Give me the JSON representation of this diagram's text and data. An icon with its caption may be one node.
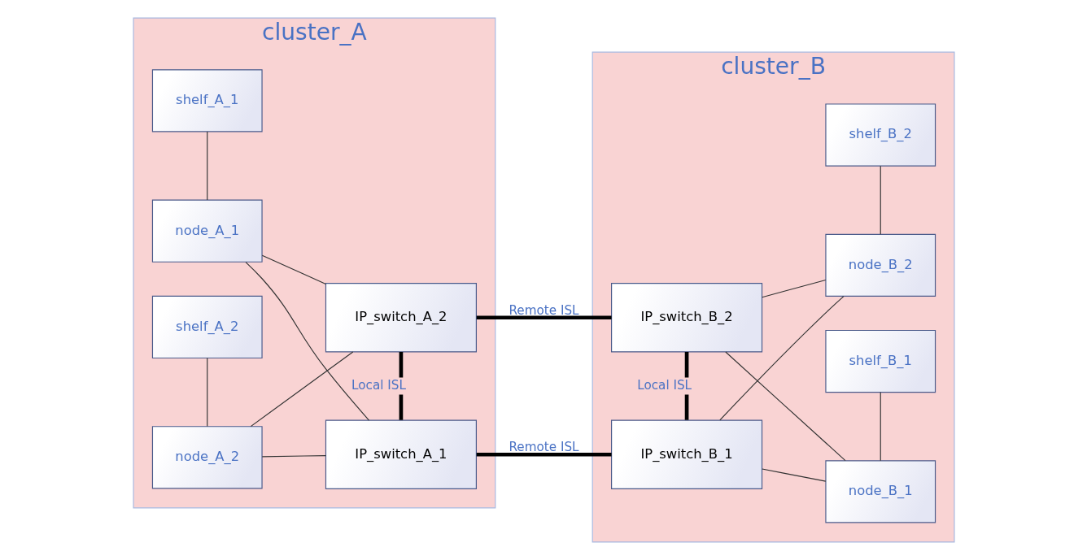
{
  "diagram": {
    "nodes": [
      {
        "text": [
          "cluster_A"
        ]
      },
      {
        "text": [
          "node_A_1"
        ],
        "in": 0
      },
      {
        "text": [
          "shelf_A_1"
        ],
        "in": 0
      },
      {
        "text": [
          "node_A_2"
        ],
        "in": 0
      },
      {
        "text": [
          "shelf_A_2"
        ],
        "in": 0
      },
      {
        "text": [
          "IP_switch_A_1"
        ],
        "in": 0
      },
      {
        "text": [
          "IP_switch_A_2"
        ],
        "in": 0
      },
      {
        "text": [
          "cluster_B"
        ]
      },
      {
        "text": [
          "IP_switch_B_1"
        ],
        "in": 7
      },
      {
        "text": [
          "node_B_1"
        ],
        "in": 7
      },
      {
        "text": [
          "shelf_B_1"
        ],
        "in": 7
      },
      {
        "text": [
          "IP_switch_B_2"
        ],
        "in": 7
      },
      {
        "text": [
          "node_B_2"
        ],
        "in": 7
      },
      {
        "text": [
          "shelf_B_2"
        ],
        "in": 7
      }
    ],
    "edges": [
      {
        "from": 1,
        "to": 5,
        "arrow": "none"
      },
      {
        "from": 1,
        "to": 6,
        "arrow": "none"
      },
      {
        "from": 3,
        "to": 5,
        "arrow": "none"
      },
      {
        "from": 3,
        "to": 6,
        "arrow": "none"
      },
      {
        "from": 1,
        "to": 2,
        "arrow": "none"
      },
      {
        "from": 3,
        "to": 4,
        "arrow": "none"
      },
      {
        "from": 5,
        "to": 6,
        "arrow": "none",
        "label": "Local ISL",
        "style": "thick"
      },
      {
        "from": 5,
        "to": 8,
        "arrow": "none",
        "label": "Remote ISL",
        "style": "thick"
      },
      {
        "from": 6,
        "to": 11,
        "arrow": "none",
        "label": "Remote ISL",
        "style": "thick"
      },
      {
        "from": 8,
        "to": 11,
        "arrow": "none",
        "label": "Local ISL",
        "style": "thick"
      },
      {
        "from": 8,
        "to": 9,
        "arrow": "none"
      },
      {
        "from": 8,
        "to": 12,
        "arrow": "none"
      },
      {
        "from": 11,
        "to": 9,
        "arrow": "none"
      },
      {
        "from": 11,
        "to": 12,
        "arrow": "none"
      },
      {
        "from": 9,
        "to": 10,
        "arrow": "none"
      },
      {
        "from": 12,
        "to": 13,
        "arrow": "none"
      }
    ]
  }
}
